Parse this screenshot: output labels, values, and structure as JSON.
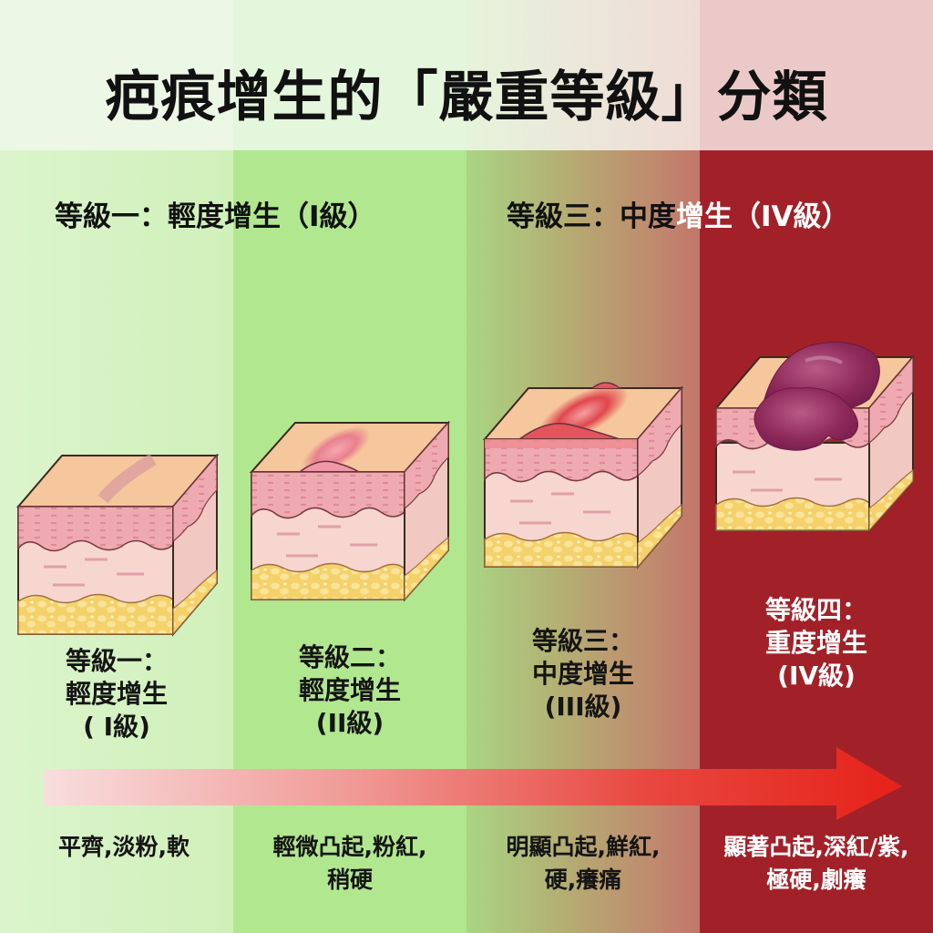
{
  "title": "疤痕增生的「嚴重等級」分類",
  "colors": {
    "grade1_bg": "#d3f0bd",
    "grade2_bg": "#b1e78f",
    "grade3_bg_start": "#a9d583",
    "grade3_bg_end": "#c2766a",
    "grade4_bg": "#a22129",
    "arrow_start": "#f8dcdc",
    "arrow_end": "#e8231c",
    "skin_top": "#f6c79a",
    "dermis": "#f5d2cc",
    "epidermis": "#ea9aa3",
    "fat": "#f5d774"
  },
  "subheadings": {
    "left": {
      "part1": "等級一：輕度增生（I級）"
    },
    "right": {
      "dark": "等級三：中度",
      "light": "增生（IV級）"
    }
  },
  "grades": [
    {
      "line1": "等級一：",
      "line2": "輕度增生",
      "line3": "( I級)",
      "description_line1": "平齊,淡粉,軟",
      "description_line2": "",
      "scar": "flat-faint"
    },
    {
      "line1": "等級二：",
      "line2": "輕度增生",
      "line3": "(II級)",
      "description_line1": "輕微凸起,粉紅,",
      "description_line2": "稍硬",
      "scar": "slightly-raised-pink"
    },
    {
      "line1": "等級三：",
      "line2": "中度增生",
      "line3": "(III級)",
      "description_line1": "明顯凸起,鮮紅,",
      "description_line2": "硬,癢痛",
      "scar": "raised-red"
    },
    {
      "line1": "等級四：",
      "line2": "重度增生",
      "line3": "(IV級)",
      "description_line1": "顯著凸起,深紅/紫,",
      "description_line2": "極硬,劇癢",
      "scar": "severe-purple"
    }
  ],
  "arrow": {
    "direction": "increasing-severity"
  }
}
